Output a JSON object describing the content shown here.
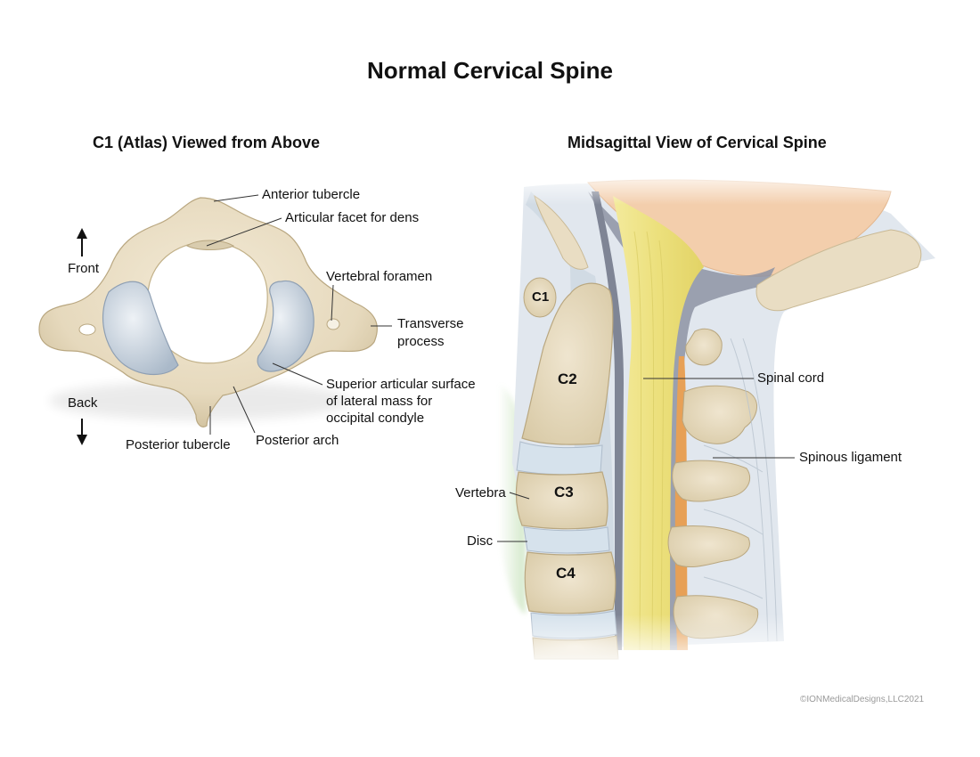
{
  "title": "Normal Cervical Spine",
  "left_panel": {
    "subtitle": "C1 (Atlas) Viewed from Above",
    "directions": {
      "front": "Front",
      "back": "Back"
    },
    "labels": {
      "anterior_tubercle": "Anterior tubercle",
      "articular_facet": "Articular facet for dens",
      "vertebral_foramen": "Vertebral foramen",
      "transverse_process_1": "Transverse",
      "transverse_process_2": "process",
      "superior_surface_1": "Superior articular surface",
      "superior_surface_2": "of lateral mass for",
      "superior_surface_3": "occipital condyle",
      "posterior_tubercle": "Posterior tubercle",
      "posterior_arch": "Posterior arch"
    }
  },
  "right_panel": {
    "subtitle": "Midsagittal View of Cervical Spine",
    "vertebrae": {
      "c1": "C1",
      "c2": "C2",
      "c3": "C3",
      "c4": "C4"
    },
    "labels": {
      "spinal_cord": "Spinal cord",
      "spinous_ligament": "Spinous ligament",
      "vertebra": "Vertebra",
      "disc": "Disc"
    }
  },
  "copyright": "©IONMedicalDesigns,LLC2021",
  "colors": {
    "bone": "#e8dcc2",
    "bone_shadow": "#c9b995",
    "cartilage": "#c9d5e2",
    "disc": "#cfdce8",
    "spinal_cord": "#ecdf7a",
    "ligament_orange": "#e7a056",
    "soft_tissue": "#dfe6ec",
    "brain": "#f2cfb0",
    "green_tissue": "#d6eccd"
  }
}
